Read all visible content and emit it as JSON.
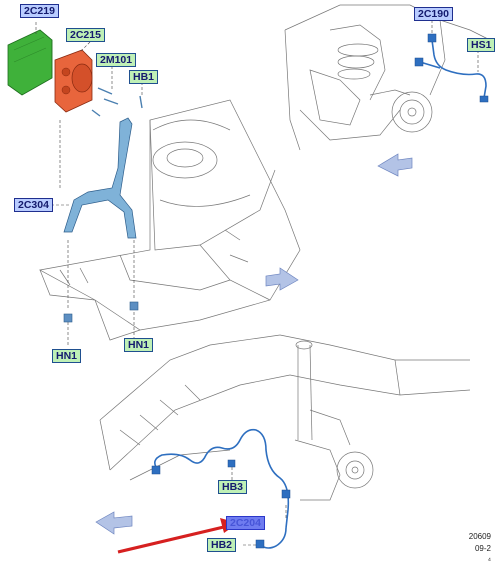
{
  "callouts": {
    "c2C219": "2C219",
    "c2C215": "2C215",
    "c2M101": "2M101",
    "cHB1": "HB1",
    "c2C304": "2C304",
    "cHN1_left": "HN1",
    "cHN1_right": "HN1",
    "c2C190": "2C190",
    "cHS1": "HS1",
    "cHB3": "HB3",
    "c2C204": "2C204",
    "cHB2": "HB2"
  },
  "reference": {
    "line1": "20609",
    "line2": "09-2",
    "line3": "⁴"
  },
  "colors": {
    "module_green": "#3fb13a",
    "module_orange": "#e8653c",
    "bracket_blue": "#7fb2d8",
    "sensor_blue": "#2e6fc0",
    "arrow_red": "#d62020",
    "direction_arrow": "#b3c3e6"
  },
  "icons": {
    "direction_arrows": "front-direction-arrow-icon",
    "pointer": "red-arrow-icon"
  }
}
